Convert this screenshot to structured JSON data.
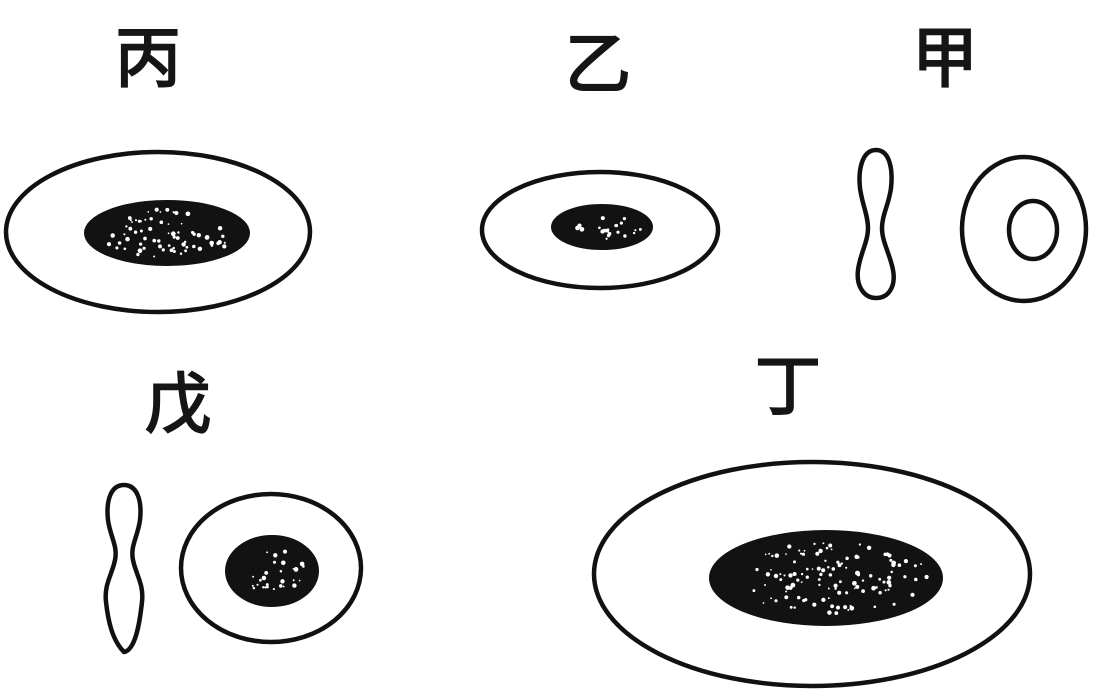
{
  "labels": {
    "jia": "甲",
    "yi": "乙",
    "bing": "丙",
    "ding": "丁",
    "wu": "戊"
  },
  "colors": {
    "ink": "#111111",
    "background": "#ffffff"
  }
}
